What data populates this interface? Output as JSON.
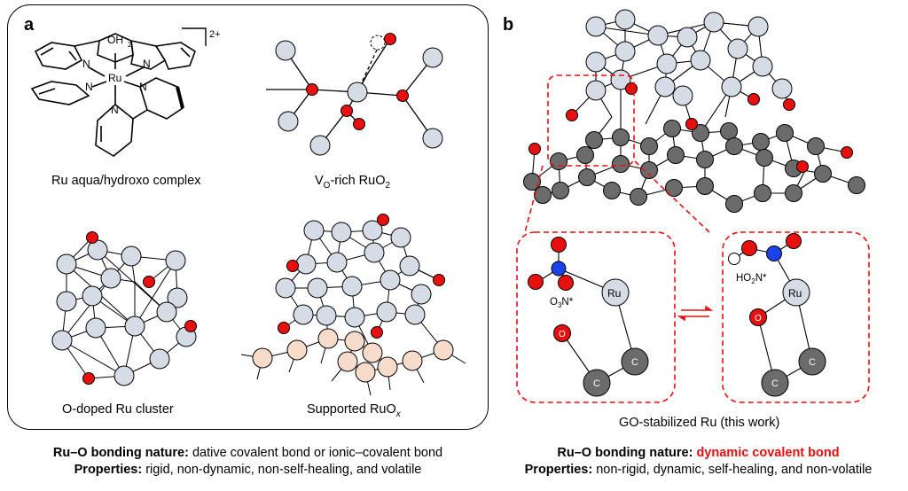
{
  "panel_a": {
    "letter": "a",
    "captions": {
      "complex": "Ru aqua/hydroxo complex",
      "vo_rich_prefix": "V",
      "vo_rich_sub": "O",
      "vo_rich_mid": "-rich RuO",
      "vo_rich_sub2": "2",
      "cluster": "O-doped Ru cluster",
      "supported_prefix": "Supported RuO",
      "supported_sub": "x"
    },
    "complex_labels": {
      "oh2": "OH",
      "oh2_sub": "2",
      "charge": "2+",
      "ru": "Ru",
      "n": "N"
    },
    "bonding_label": "Ru–O bonding nature:",
    "bonding_value": " dative covalent bond or ionic–covalent bond",
    "properties_label": "Properties:",
    "properties_value": " rigid, non-dynamic, non-self-healing, and volatile"
  },
  "panel_b": {
    "letter": "b",
    "caption": "GO-stabilized Ru (this work)",
    "left_inset": {
      "species_main": "O",
      "species_sub": "3",
      "species_end": "N*",
      "ru": "Ru",
      "o": "O",
      "c1": "C",
      "c2": "C"
    },
    "right_inset": {
      "species_main": "HO",
      "species_sub": "2",
      "species_end": "N*",
      "ru": "Ru",
      "o": "O",
      "c1": "C",
      "c2": "C"
    },
    "bonding_label": "Ru–O bonding nature:",
    "bonding_value": "dynamic covalent bond",
    "properties_label": "Properties:",
    "properties_value": " non-rigid, dynamic, self-healing, and non-volatile"
  },
  "colors": {
    "ru_atom": "#d5dce6",
    "o_atom": "#e8100f",
    "c_atom": "#6b6b6b",
    "n_atom": "#1a44e8",
    "support_atom": "#f7dccb",
    "highlight": "#e8100f"
  }
}
